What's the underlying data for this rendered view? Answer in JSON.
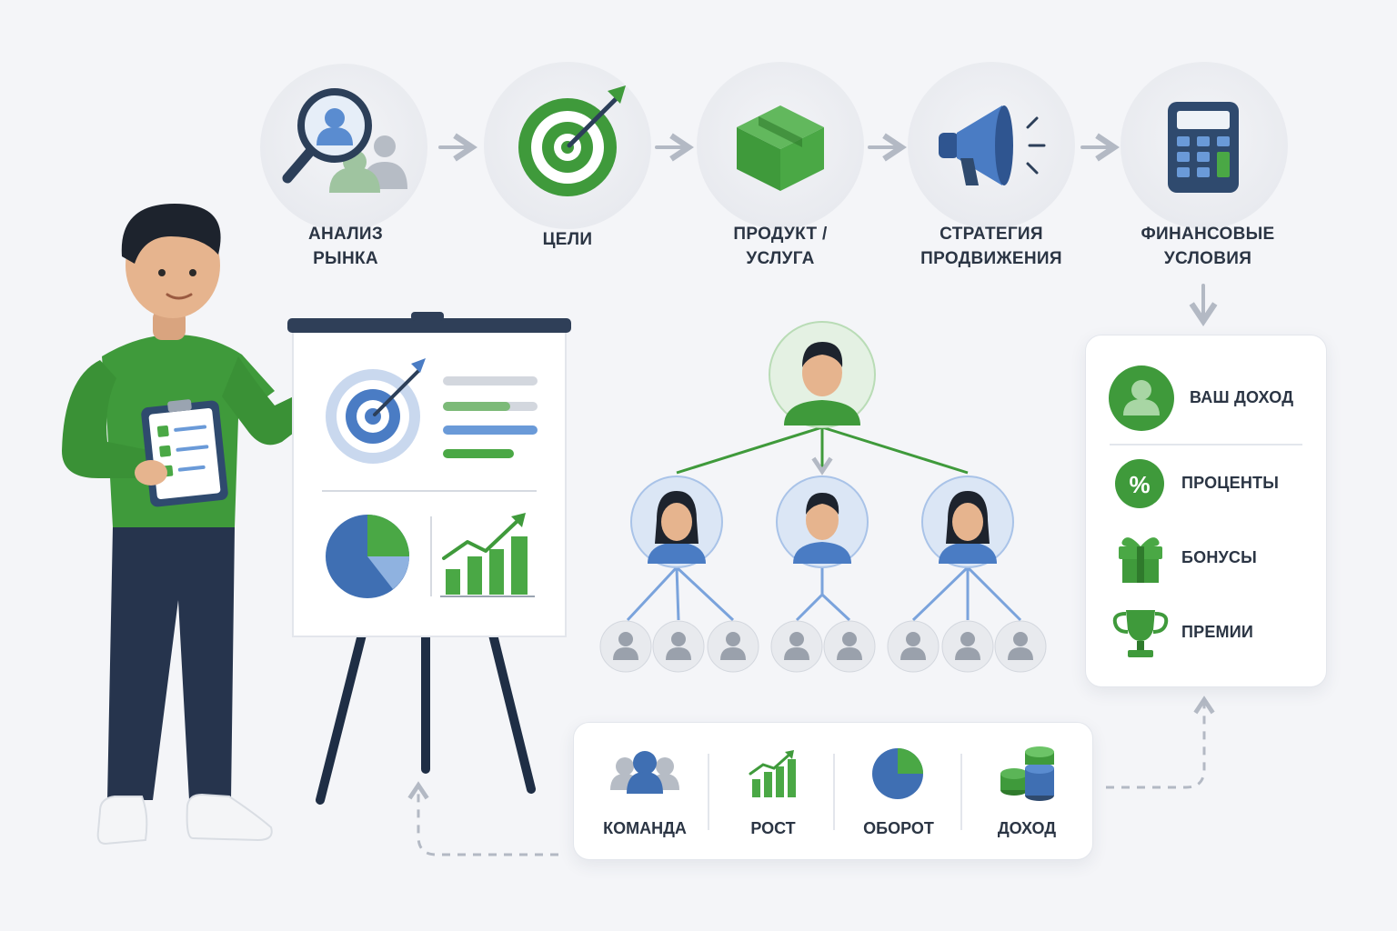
{
  "steps": [
    {
      "lines": [
        "АНАЛИЗ",
        "РЫНКА"
      ],
      "icon": "market-analysis-icon"
    },
    {
      "lines": [
        "ЦЕЛИ"
      ],
      "icon": "target-icon"
    },
    {
      "lines": [
        "ПРОДУКТ /",
        "УСЛУГА"
      ],
      "icon": "product-box-icon"
    },
    {
      "lines": [
        "СТРАТЕГИЯ",
        "ПРОДВИЖЕНИЯ"
      ],
      "icon": "megaphone-icon"
    },
    {
      "lines": [
        "ФИНАНСОВЫЕ",
        "УСЛОВИЯ"
      ],
      "icon": "calculator-icon"
    }
  ],
  "income_panel": {
    "items": [
      {
        "label": "ВАШ ДОХОД",
        "icon": "user-income-icon"
      },
      {
        "label": "ПРОЦЕНТЫ",
        "icon": "percent-icon"
      },
      {
        "label": "БОНУСЫ",
        "icon": "gift-icon"
      },
      {
        "label": "ПРЕМИИ",
        "icon": "trophy-icon"
      }
    ]
  },
  "metrics": {
    "items": [
      {
        "label": "КОМАНДА",
        "icon": "team-icon"
      },
      {
        "label": "РОСТ",
        "icon": "growth-chart-icon"
      },
      {
        "label": "ОБОРОТ",
        "icon": "pie-chart-icon"
      },
      {
        "label": "ДОХОД",
        "icon": "coins-icon"
      }
    ]
  },
  "colors": {
    "green": "#3f9a3b",
    "blue": "#3f6fb3",
    "navy": "#2f4a6e",
    "arrow": "#b3b9c4"
  }
}
